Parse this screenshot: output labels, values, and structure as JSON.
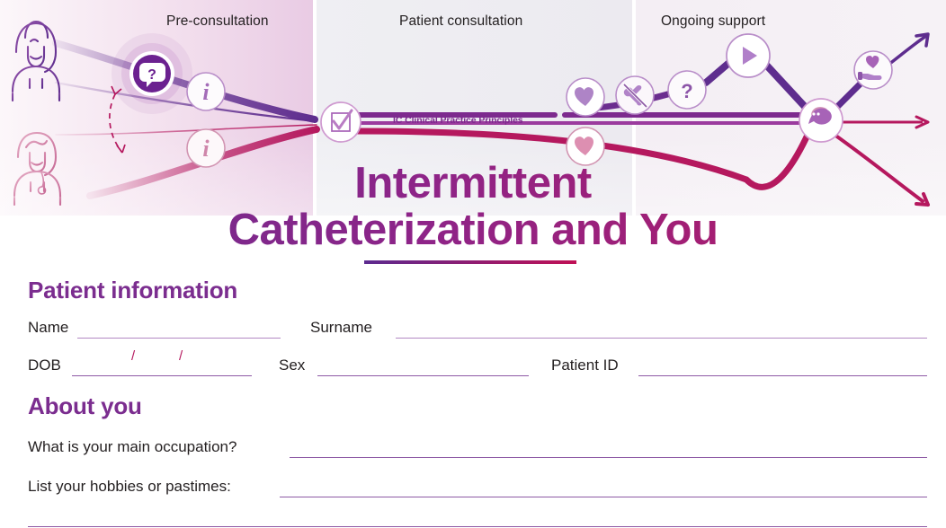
{
  "banner": {
    "phases": [
      {
        "label": "Pre-consultation"
      },
      {
        "label": "Patient consultation"
      },
      {
        "label": "Ongoing support"
      }
    ],
    "pathway_label": "IC Clinical Practice Principles",
    "icons": [
      {
        "name": "question-bubble-icon",
        "phase": "Pre-consultation"
      },
      {
        "name": "info-icon-patient",
        "phase": "Pre-consultation"
      },
      {
        "name": "info-icon-clinician",
        "phase": "Pre-consultation"
      },
      {
        "name": "checklist-icon",
        "phase": "Patient consultation"
      },
      {
        "name": "heart-icon-upper",
        "phase": "Patient consultation"
      },
      {
        "name": "heart-icon-lower",
        "phase": "Patient consultation"
      },
      {
        "name": "no-tools-icon",
        "phase": "Patient consultation"
      },
      {
        "name": "question-mark-icon",
        "phase": "Ongoing support"
      },
      {
        "name": "play-video-icon",
        "phase": "Ongoing support"
      },
      {
        "name": "chat-bubbles-icon",
        "phase": "Ongoing support"
      },
      {
        "name": "hand-heart-icon",
        "phase": "Ongoing support"
      }
    ],
    "avatars": [
      {
        "name": "patient-avatar"
      },
      {
        "name": "clinician-avatar"
      }
    ]
  },
  "title": {
    "line1": "Intermittent",
    "line2": "Catheterization and You"
  },
  "form": {
    "patient_information": {
      "heading": "Patient information",
      "fields": [
        {
          "label": "Name",
          "value": ""
        },
        {
          "label": "Surname",
          "value": ""
        },
        {
          "label": "DOB",
          "value": ""
        },
        {
          "label": "Sex",
          "value": ""
        },
        {
          "label": "Patient ID",
          "value": ""
        }
      ],
      "dob_separator": "/"
    },
    "about_you": {
      "heading": "About you",
      "fields": [
        {
          "label": "What is your main occupation?",
          "value": ""
        },
        {
          "label": "List your hobbies or pastimes:",
          "value": ""
        }
      ]
    }
  },
  "colors": {
    "purple": "#7b2d8f",
    "deep_purple": "#5c2a8f",
    "magenta": "#b5185e",
    "crimson": "#c01055",
    "rule": "#8e5aa5",
    "rule_pale": "#b389c4",
    "text": "#231f20"
  }
}
